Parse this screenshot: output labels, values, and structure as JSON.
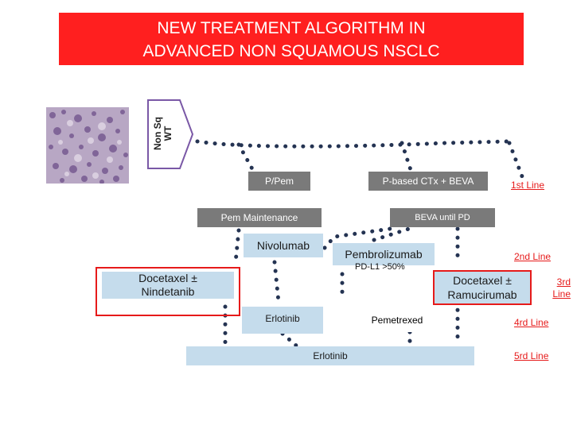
{
  "title": {
    "line1": "NEW TREATMENT ALGORITHM IN",
    "line2": "ADVANCED NON SQUAMOUS NSCLC"
  },
  "histology_tag": {
    "line1": "Non Sq",
    "line2": "WT"
  },
  "nodes": {
    "p_pem": "P/Pem",
    "p_based_bevа": "P-based CTx + BEVA",
    "pem_maintenance": "Pem Maintenance",
    "beva_until_pd": "BEVA until PD",
    "nivolumab": "Nivolumab",
    "pembrolizumab": "Pembrolizumab",
    "pdl1": "PD-L1 >50%",
    "docetaxel_nindetanib": {
      "line1": "Docetaxel ±",
      "line2": "Nindetanib"
    },
    "docetaxel_ramucirumab": {
      "line1": "Docetaxel ±",
      "line2": "Ramucirumab"
    },
    "erlotinib_2": "Erlotinib",
    "pemetrexed": "Pemetrexed",
    "erlotinib_5": "Erlotinib"
  },
  "line_labels": {
    "first": "1st Line",
    "second": "2nd Line",
    "third": {
      "line1": "3rd",
      "line2": "Line"
    },
    "fourth": "4rd Line",
    "fifth": "5rd Line"
  },
  "colors": {
    "banner": "#ff1f1f",
    "box_grey": "#7a7a7a",
    "box_blue": "#c5dcec",
    "highlight_red": "#e61a1a",
    "dots": "#243352",
    "tag_border": "#7a58a6"
  }
}
